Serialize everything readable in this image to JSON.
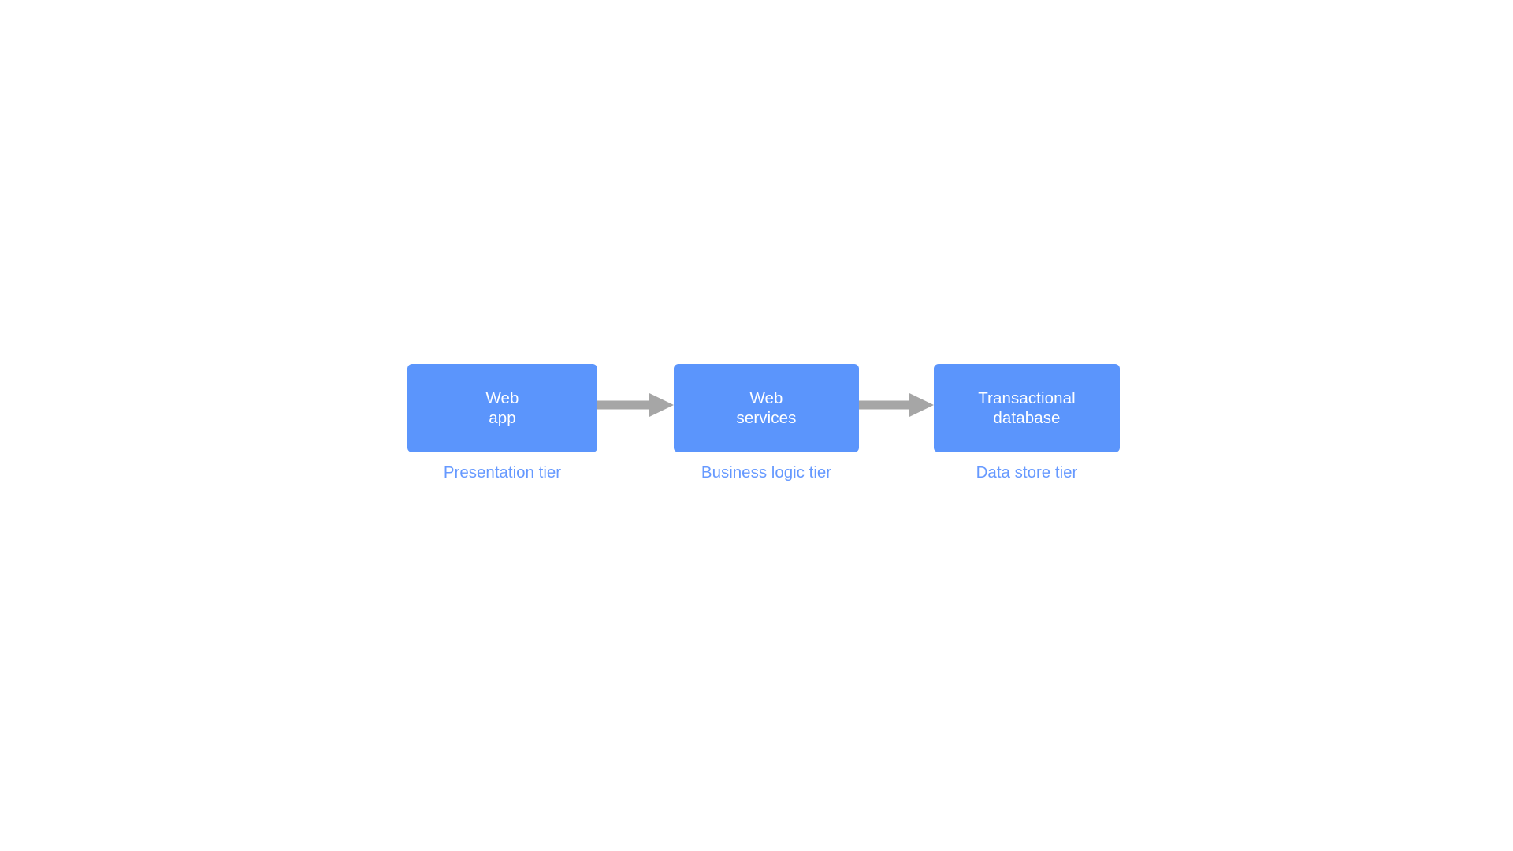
{
  "diagram": {
    "type": "flow",
    "background_color": "#ffffff",
    "box_color": "#5b95fc",
    "box_text_color": "#ffffff",
    "caption_color": "#6699ff",
    "arrow_color": "#a6a6a6",
    "tiers": [
      {
        "box_label": "Web\napp",
        "box_label_line1": "Web",
        "box_label_line2": "app",
        "caption": "Presentation tier"
      },
      {
        "box_label": "Web\nservices",
        "box_label_line1": "Web",
        "box_label_line2": "services",
        "caption": "Business logic tier"
      },
      {
        "box_label": "Transactional\ndatabase",
        "box_label_line1": "Transactional",
        "box_label_line2": "database",
        "caption": "Data store tier"
      }
    ],
    "connectors": [
      {
        "from": "Web app",
        "to": "Web services",
        "direction": "right"
      },
      {
        "from": "Web services",
        "to": "Transactional database",
        "direction": "right"
      }
    ]
  }
}
